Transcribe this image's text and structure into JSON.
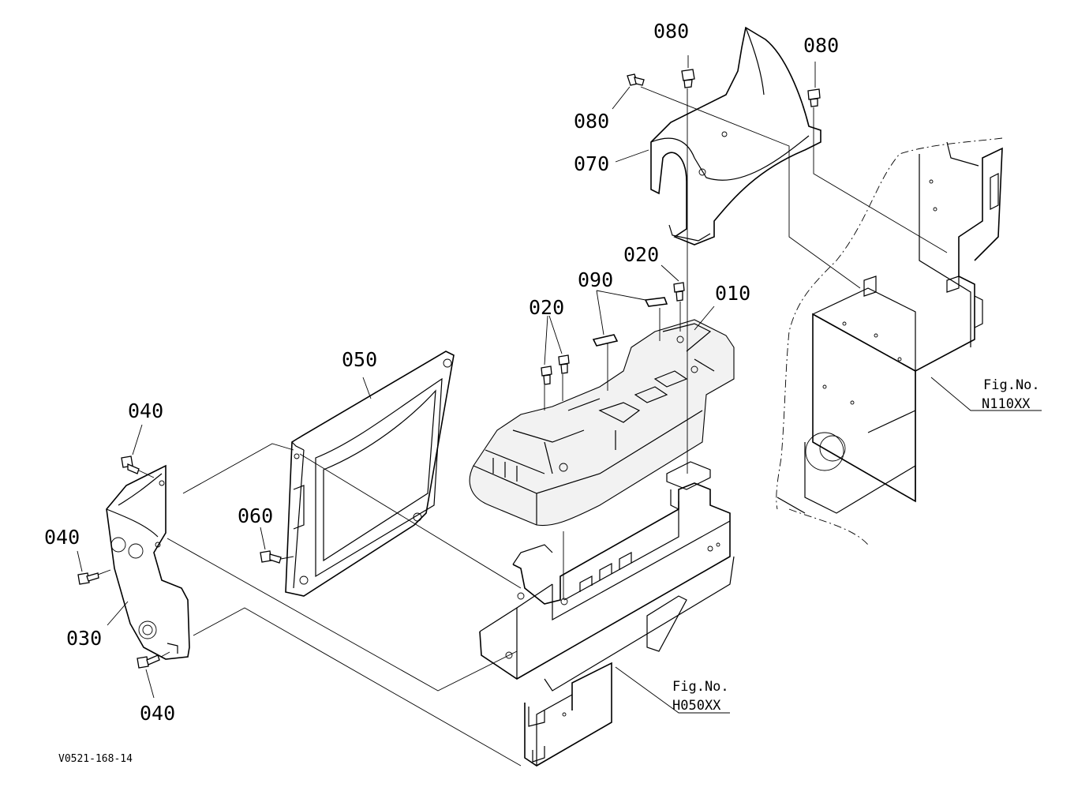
{
  "callouts": [
    {
      "id": "c080a",
      "text": "080"
    },
    {
      "id": "c080b",
      "text": "080"
    },
    {
      "id": "c080c",
      "text": "080"
    },
    {
      "id": "c070",
      "text": "070"
    },
    {
      "id": "c020a",
      "text": "020"
    },
    {
      "id": "c090",
      "text": "090"
    },
    {
      "id": "c010",
      "text": "010"
    },
    {
      "id": "c020b",
      "text": "020"
    },
    {
      "id": "c050",
      "text": "050"
    },
    {
      "id": "c040a",
      "text": "040"
    },
    {
      "id": "c060",
      "text": "060"
    },
    {
      "id": "c040b",
      "text": "040"
    },
    {
      "id": "c030",
      "text": "030"
    },
    {
      "id": "c040c",
      "text": "040"
    }
  ],
  "figure_refs": [
    {
      "label": "Fig.No.",
      "number": "N110XX"
    },
    {
      "label": "Fig.No.",
      "number": "H050XX"
    }
  ],
  "drawing_code": "V0521-168-14"
}
